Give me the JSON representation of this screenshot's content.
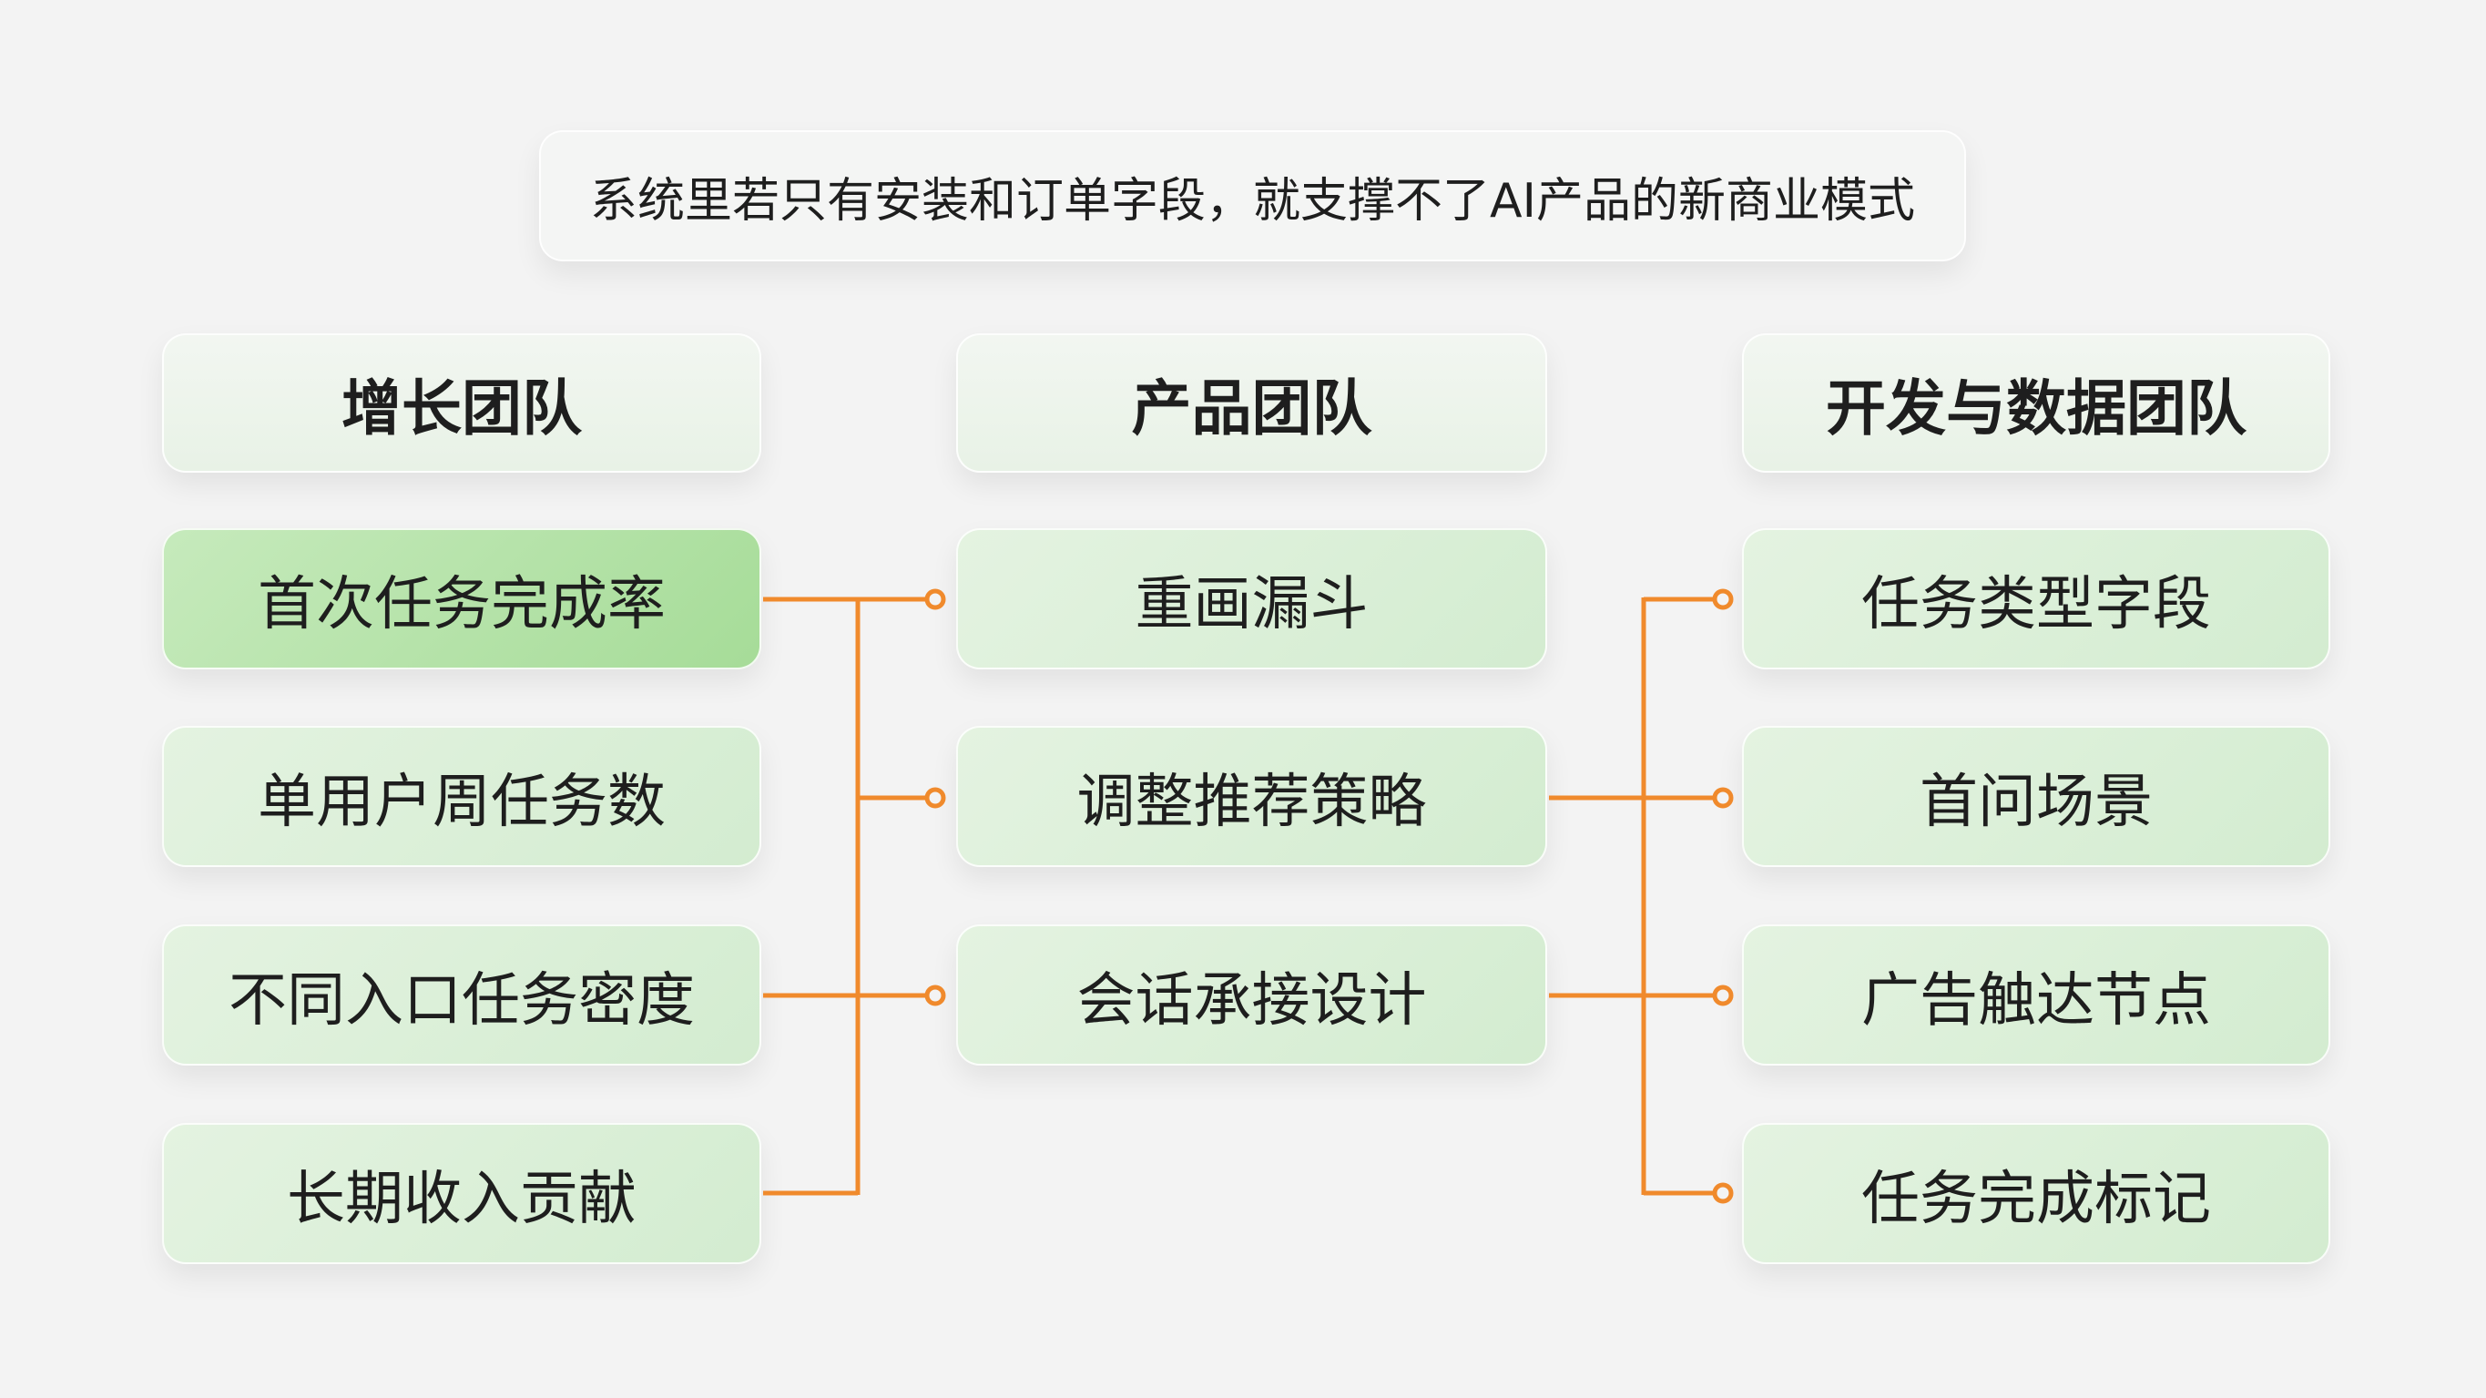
{
  "title": "系统里若只有安装和订单字段，就支撑不了AI产品的新商业模式",
  "columns": [
    {
      "header": "增长团队",
      "items": [
        "首次任务完成率",
        "单用户周任务数",
        "不同入口任务密度",
        "长期收入贡献"
      ]
    },
    {
      "header": "产品团队",
      "items": [
        "重画漏斗",
        "调整推荐策略",
        "会话承接设计"
      ]
    },
    {
      "header": "开发与数据团队",
      "items": [
        "任务类型字段",
        "首问场景",
        "广告触达节点",
        "任务完成标记"
      ]
    }
  ],
  "colors": {
    "connector": "#f08a2c",
    "highlight": "#a6dc98",
    "node": "#d8eed5",
    "background": "#f3f3f3"
  }
}
